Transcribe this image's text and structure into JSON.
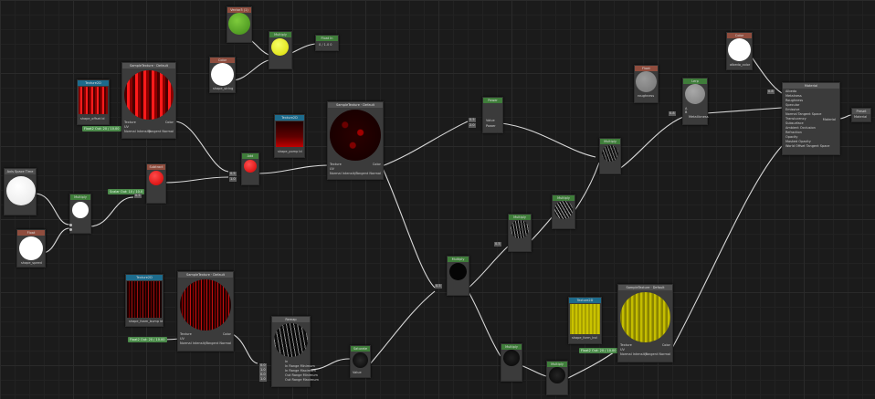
{
  "colors": {
    "background": "#1b1b1b",
    "node_body": "#3b3b3b",
    "header_texture": "#1d6b8c",
    "header_property": "#8f4d3e",
    "header_color": "#3f7d3a",
    "wire": "#d8d8d8",
    "input_pill": "#4b8a4a"
  },
  "nodes": {
    "axis_space_time": {
      "title": "Axis Space Time"
    },
    "param_speed": {
      "title": "Float",
      "caption": "shape_speed"
    },
    "multiply_a": {
      "title": "Multiply"
    },
    "input_scale_a": {
      "label": "Scalar Out: 10 / 10.0"
    },
    "subtract": {
      "title": "Subtract"
    },
    "add_a": {
      "title": "Add"
    },
    "tex_red_stripes": {
      "title": "Texture2D",
      "caption": "shape_offset ld"
    },
    "input_uv_a": {
      "label": "Float2 Out: 20 / 10.00"
    },
    "sample_a": {
      "title": "SampleTexture · Default",
      "ports": [
        "Texture",
        "UV",
        "Normal Intensity"
      ],
      "outputs": [
        "Color",
        "Tangent Normal"
      ]
    },
    "green_color": {
      "title": "Vector3 (1)"
    },
    "param_string": {
      "title": "Color",
      "caption": "shape_string"
    },
    "multiply_yellow": {
      "title": "Multiply"
    },
    "float_in": {
      "title": "Float In",
      "value": "0 / 1.0 0"
    },
    "tex_dark_red": {
      "title": "Texture2D",
      "caption": "shape_pomp ld"
    },
    "sample_b": {
      "title": "SampleTexture · Default",
      "ports": [
        "Texture",
        "UV",
        "Normal Intensity"
      ],
      "outputs": [
        "Color",
        "Tangent Normal"
      ]
    },
    "power": {
      "title": "Power",
      "ports": [
        "Value",
        "Power"
      ]
    },
    "multiply_c": {
      "title": "Multiply"
    },
    "multiply_d": {
      "title": "Multiply"
    },
    "multiply_e": {
      "title": "Multiply"
    },
    "param_roughness": {
      "title": "Float",
      "caption": "roughness"
    },
    "lerp": {
      "title": "Lerp",
      "ports": [
        "A",
        "B",
        "T"
      ],
      "outputs": [
        "Metallicness"
      ]
    },
    "param_albedo": {
      "title": "Color",
      "caption": "albedo_color"
    },
    "material": {
      "title": "Material",
      "ports": [
        "Albedo",
        "Metalness",
        "Roughness",
        "Specular",
        "Emissive",
        "Normal Tangent Space",
        "Translucency",
        "Subsurface",
        "Ambient Occlusion",
        "Refraction",
        "Opacity",
        "Masked Opacity",
        "World Offset Tangent Space"
      ],
      "output": "Material"
    },
    "preset": {
      "title": "Preset",
      "value": "Material"
    },
    "tex_red_noise": {
      "title": "Texture2D",
      "caption": "shape_foam_bump ld"
    },
    "input_uv_c": {
      "label": "Float2 Out: 20 / 10.00"
    },
    "sample_c": {
      "title": "SampleTexture · Default",
      "ports": [
        "Texture",
        "UV",
        "Normal Intensity"
      ],
      "outputs": [
        "Color",
        "Tangent Normal"
      ]
    },
    "remap": {
      "title": "Remap",
      "ports": [
        "In",
        "In Range Minimum",
        "In Range Maximum",
        "Out Range Minimum",
        "Out Range Maximum"
      ],
      "values": [
        "",
        "0.0",
        "1.0",
        "0.0",
        "1.0"
      ]
    },
    "saturate": {
      "title": "Saturate",
      "ports": [
        "Value"
      ]
    },
    "multiply_mid": {
      "title": "Multiply"
    },
    "multiply_f": {
      "title": "Multiply"
    },
    "multiply_g": {
      "title": "Multiply"
    },
    "tex_yellow": {
      "title": "Texture2D",
      "caption": "shape_form_lnd"
    },
    "input_uv_d": {
      "label": "Float2 Out: 20 / 10.00"
    },
    "sample_d": {
      "title": "SampleTexture · Default",
      "ports": [
        "Texture",
        "UV",
        "Normal Intensity"
      ],
      "outputs": [
        "Color",
        "Tangent Normal"
      ]
    }
  },
  "chips": {
    "c1": "0.5",
    "c2": "0.5",
    "c3": "1.0",
    "c4": "0.5",
    "c5": "0.5",
    "c6": "2.0",
    "c7": "0.8",
    "c8": "0.8",
    "c9": "0.5"
  }
}
